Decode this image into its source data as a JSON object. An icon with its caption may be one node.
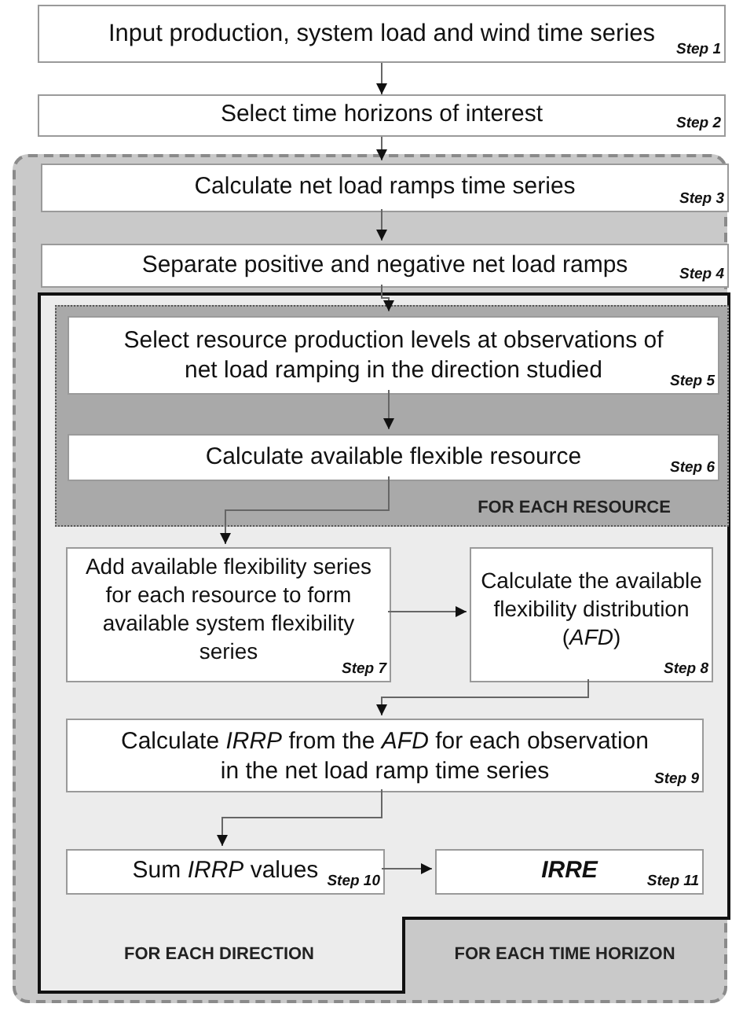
{
  "diagram": {
    "nodes": [
      {
        "text": [
          "Input production, system load and wind time series",
          "Step 1"
        ]
      },
      {
        "text": [
          "Select time horizons of interest",
          "Step 2"
        ]
      },
      {
        "text": [
          "FOR EACH TIME HORIZON"
        ]
      },
      {
        "text": [
          "Calculate net load ramps time series",
          "Step 3"
        ],
        "in": 2
      },
      {
        "text": [
          "Separate positive and negative net load ramps",
          "Step 4"
        ],
        "in": 2
      },
      {
        "text": [
          "FOR EACH DIRECTION"
        ],
        "in": 2
      },
      {
        "text": [
          "FOR EACH RESOURCE"
        ],
        "in": 5
      },
      {
        "text": [
          "Select resource production levels at observations of net load ramping in the direction studied",
          "Step 5"
        ],
        "in": 6
      },
      {
        "text": [
          "Calculate available flexible resource",
          "Step 6"
        ],
        "in": 6
      },
      {
        "text": [
          "Add available flexibility series for each resource to form available system flexibility series",
          "Step 7"
        ],
        "in": 5
      },
      {
        "text": [
          "Calculate the available flexibility distribution (*AFD*)",
          "Step 8"
        ],
        "in": 5
      },
      {
        "text": [
          "Calculate *IRRP* from the *AFD* for each observation in the net load ramp time series",
          "Step 9"
        ],
        "in": 5
      },
      {
        "text": [
          "Sum *IRRP* values",
          "Step 10"
        ],
        "in": 5
      },
      {
        "text": [
          "IRRE",
          "Step 11"
        ],
        "in": 5
      }
    ],
    "edges": [
      {
        "from": 0,
        "to": 1,
        "arrow": "to"
      },
      {
        "from": 1,
        "to": 3,
        "arrow": "to"
      },
      {
        "from": 3,
        "to": 4,
        "arrow": "to"
      },
      {
        "from": 4,
        "to": 7,
        "arrow": "to"
      },
      {
        "from": 7,
        "to": 8,
        "arrow": "to"
      },
      {
        "from": 8,
        "to": 9,
        "arrow": "to"
      },
      {
        "from": 9,
        "to": 10,
        "arrow": "to"
      },
      {
        "from": 10,
        "to": 11,
        "arrow": "to"
      },
      {
        "from": 11,
        "to": 12,
        "arrow": "to"
      },
      {
        "from": 12,
        "to": 13,
        "arrow": "to"
      }
    ]
  }
}
